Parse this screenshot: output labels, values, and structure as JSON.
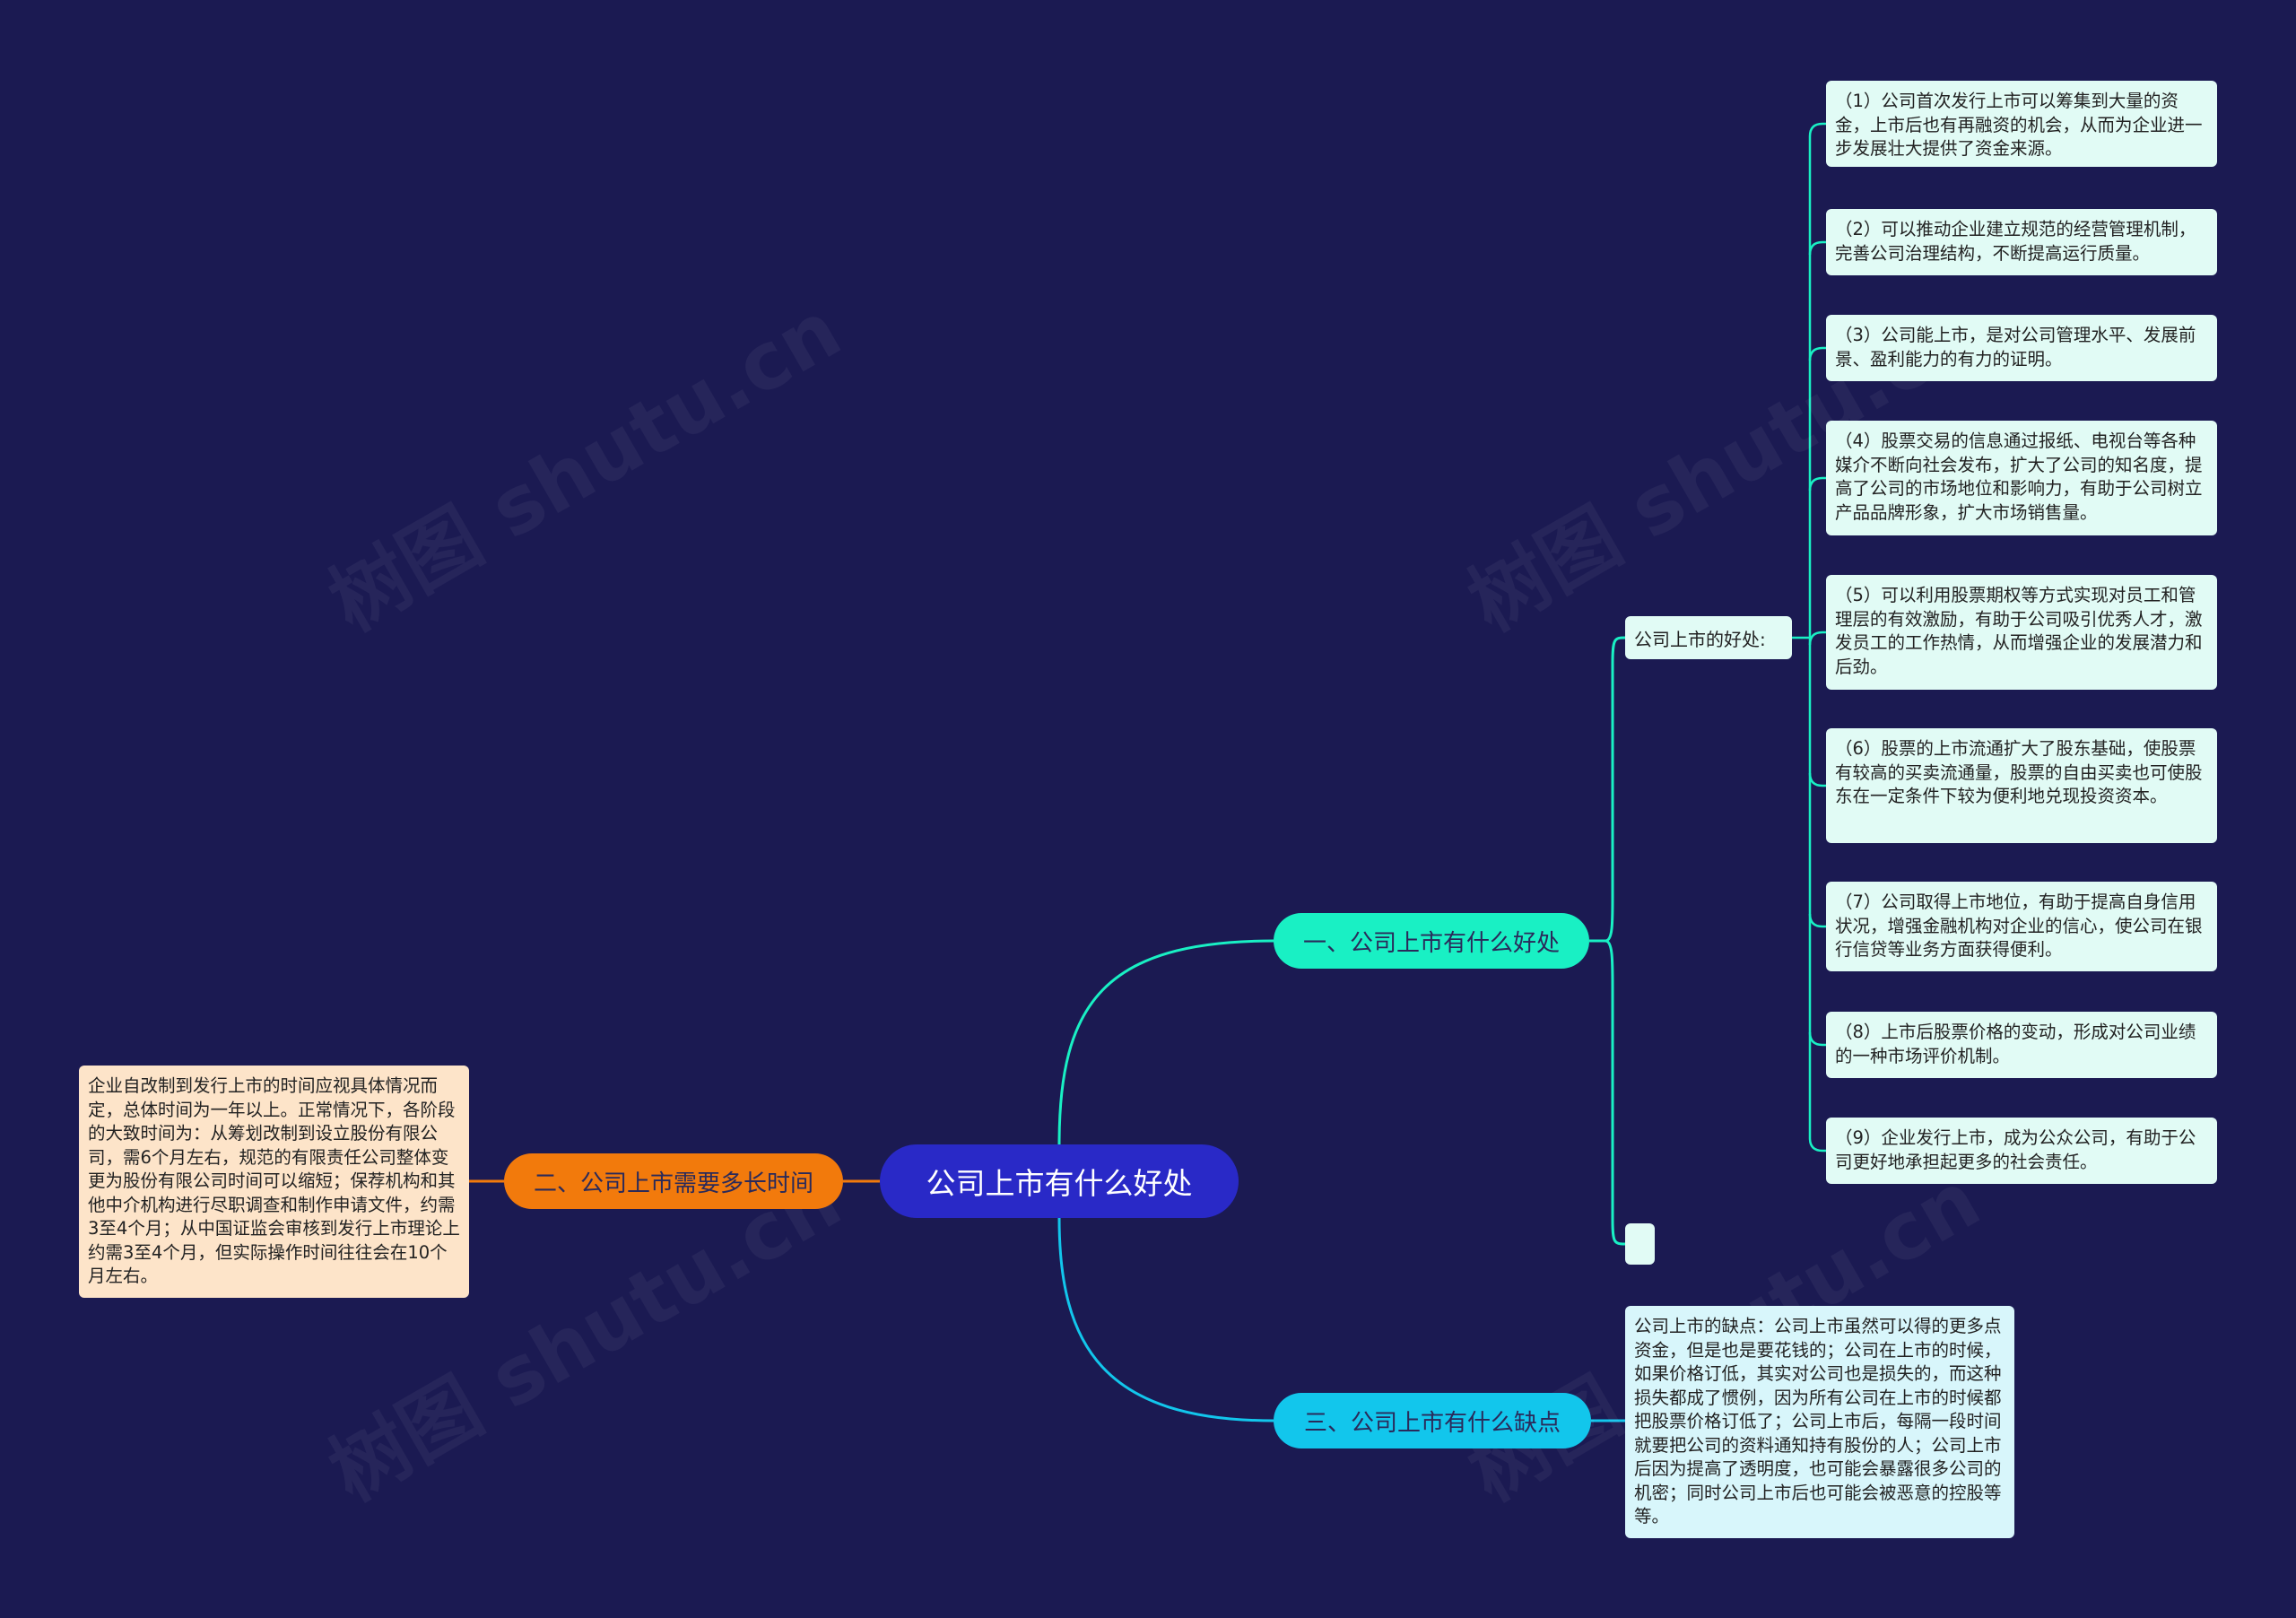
{
  "root": {
    "label": "公司上市有什么好处"
  },
  "branch1": {
    "label": "一、公司上市有什么好处",
    "sub_label": "公司上市的好处:",
    "items": [
      "（1）公司首次发行上市可以筹集到大量的资金，上市后也有再融资的机会，从而为企业进一步发展壮大提供了资金来源。",
      "（2）可以推动企业建立规范的经营管理机制，完善公司治理结构，不断提高运行质量。",
      "（3）公司能上市，是对公司管理水平、发展前景、盈利能力的有力的证明。",
      "（4）股票交易的信息通过报纸、电视台等各种媒介不断向社会发布，扩大了公司的知名度，提高了公司的市场地位和影响力，有助于公司树立产品品牌形象，扩大市场销售量。",
      "（5）可以利用股票期权等方式实现对员工和管理层的有效激励，有助于公司吸引优秀人才，激发员工的工作热情，从而增强企业的发展潜力和后劲。",
      "（6）股票的上市流通扩大了股东基础，使股票有较高的买卖流通量，股票的自由买卖也可使股东在一定条件下较为便利地兑现投资资本。",
      "（7）公司取得上市地位，有助于提高自身信用状况，增强金融机构对企业的信心，使公司在银行信贷等业务方面获得便利。",
      "（8）上市后股票价格的变动，形成对公司业绩的一种市场评价机制。",
      "（9）企业发行上市，成为公众公司，有助于公司更好地承担起更多的社会责任。"
    ]
  },
  "branch2": {
    "label": "二、公司上市需要多长时间",
    "text": "企业自改制到发行上市的时间应视具体情况而定，总体时间为一年以上。正常情况下，各阶段的大致时间为：从筹划改制到设立股份有限公司，需6个月左右，规范的有限责任公司整体变更为股份有限公司时间可以缩短；保荐机构和其他中介机构进行尽职调查和制作申请文件，约需3至4个月；从中国证监会审核到发行上市理论上约需3至4个月，但实际操作时间往往会在10个月左右。"
  },
  "branch3": {
    "label": "三、公司上市有什么缺点",
    "text": "公司上市的缺点：公司上市虽然可以得的更多点资金，但是也是要花钱的；公司在上市的时候，如果价格订低，其实对公司也是损失的，而这种损失都成了惯例，因为所有公司在上市的时候都把股票价格订低了；公司上市后，每隔一段时间就要把公司的资料通知持有股份的人；公司上市后因为提高了透明度，也可能会暴露很多公司的机密；同时公司上市后也可能会被恶意的控股等等。"
  },
  "watermark": "树图 shutu.cn",
  "colors": {
    "background": "#1b1a52",
    "root": "#2929c7",
    "branch1": "#19f0c4",
    "branch2": "#f27a0c",
    "branch3": "#12c6ec",
    "card": "#e1fbf5",
    "card_left": "#fde4c9",
    "card_right": "#d8f6fb"
  }
}
